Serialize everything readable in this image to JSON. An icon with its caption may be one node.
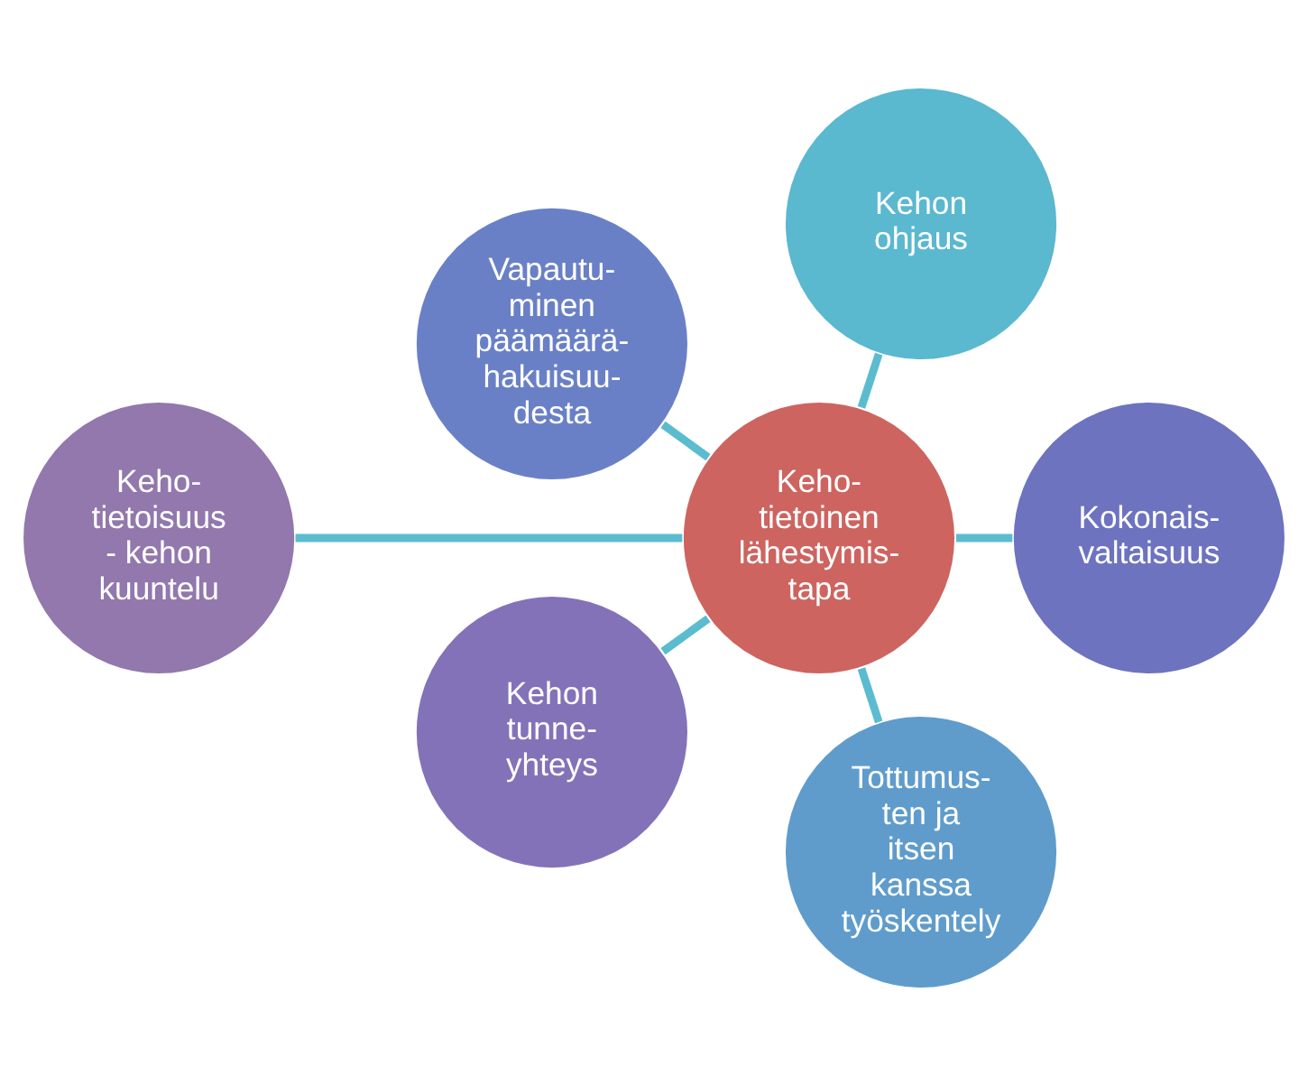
{
  "diagram": {
    "nodes": [
      {
        "text": [
          "Keho- tietoisuus - kehon kuuntelu"
        ]
      },
      {
        "text": [
          "Kehon tunne- yhteys"
        ]
      },
      {
        "text": [
          "Tottumus- ten ja itsen kanssa työskentely"
        ]
      },
      {
        "text": [
          "Keho- tietoinen lähestymis- tapa"
        ]
      },
      {
        "text": [
          "Kokonais- valtaisuus"
        ]
      },
      {
        "text": [
          "Kehon ohjaus"
        ]
      },
      {
        "text": [
          "Vapautu- minen päämäärä- hakuisuu- desta"
        ]
      }
    ],
    "edges": [
      {
        "from": 3,
        "to": 0,
        "arrow": "none"
      },
      {
        "from": 3,
        "to": 1,
        "arrow": "none"
      },
      {
        "from": 3,
        "to": 4,
        "arrow": "none"
      },
      {
        "from": 3,
        "to": 6,
        "arrow": "none"
      },
      {
        "from": 3,
        "to": 5,
        "arrow": "none"
      },
      {
        "from": 3,
        "to": 2,
        "arrow": "none"
      }
    ]
  }
}
